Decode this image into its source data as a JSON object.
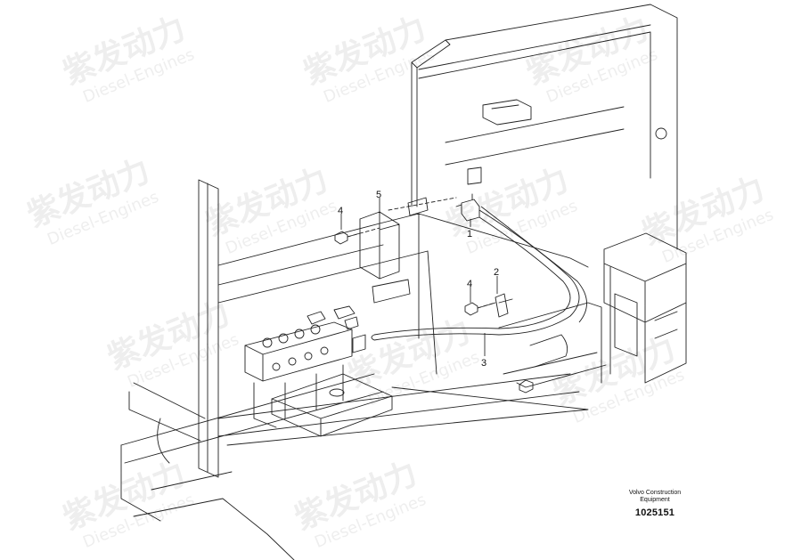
{
  "diagram": {
    "callouts": [
      "1",
      "2",
      "3",
      "4",
      "4",
      "5"
    ],
    "credit": {
      "line1": "Volvo Construction",
      "line2": "Equipment"
    },
    "part_number": "1025151"
  },
  "watermark": {
    "cn": "紫发动力",
    "en": "Diesel-Engines"
  }
}
